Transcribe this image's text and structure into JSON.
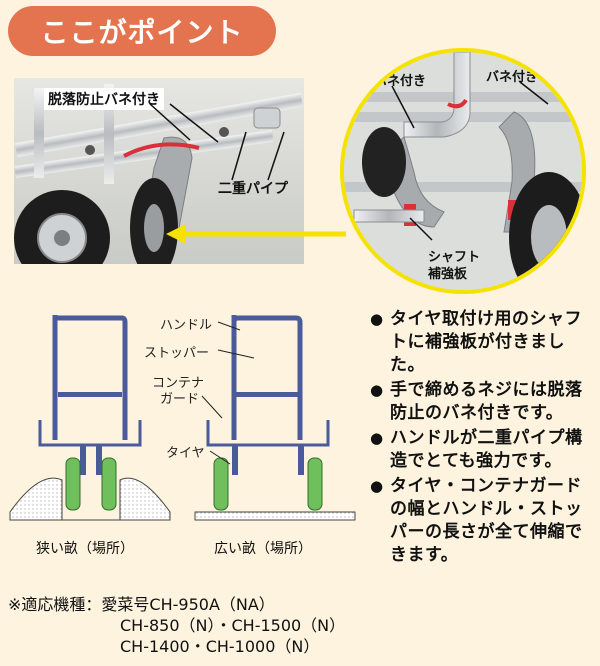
{
  "header": {
    "title": "ここがポイント"
  },
  "photo_main": {
    "label_spring": "脱落防止バネ付き",
    "label_pipe": "二重パイプ"
  },
  "photo_zoom": {
    "label_spring_1": "バネ付き",
    "label_spring_2": "バネ付き",
    "label_shaft_1": "シャフト",
    "label_shaft_2": "補強板"
  },
  "diagram": {
    "label_handle": "ハンドル",
    "label_stopper": "ストッパー",
    "label_container_1": "コンテナ",
    "label_container_2": "ガード",
    "label_tire": "タイヤ",
    "caption_narrow": "狭い畝（場所）",
    "caption_wide": "広い畝（場所）"
  },
  "features": {
    "mark": "●",
    "items": [
      "タイヤ取付け用のシャフトに補強板が付きました。",
      "手で締めるネジには脱落防止のバネ付きです。",
      "ハンドルが二重パイプ構造でとても強力です。",
      "タイヤ・コンテナガードの幅とハンドル・ストッパーの長さが全て伸縮できます。"
    ]
  },
  "models": {
    "label": "※適応機種：",
    "line1": "愛菜号CH-950A（NA）",
    "line2": "CH-850（N）・CH-1500（N）",
    "line3": "CH-1400・CH-1000（N）"
  },
  "colors": {
    "header_bg": "#e4744f",
    "page_bg": "#fdf3de",
    "zoom_border": "#f5e200",
    "tire_green": "#6fbf5c",
    "frame_blue": "#4a5a9a",
    "highlight_red": "#d9303a"
  }
}
